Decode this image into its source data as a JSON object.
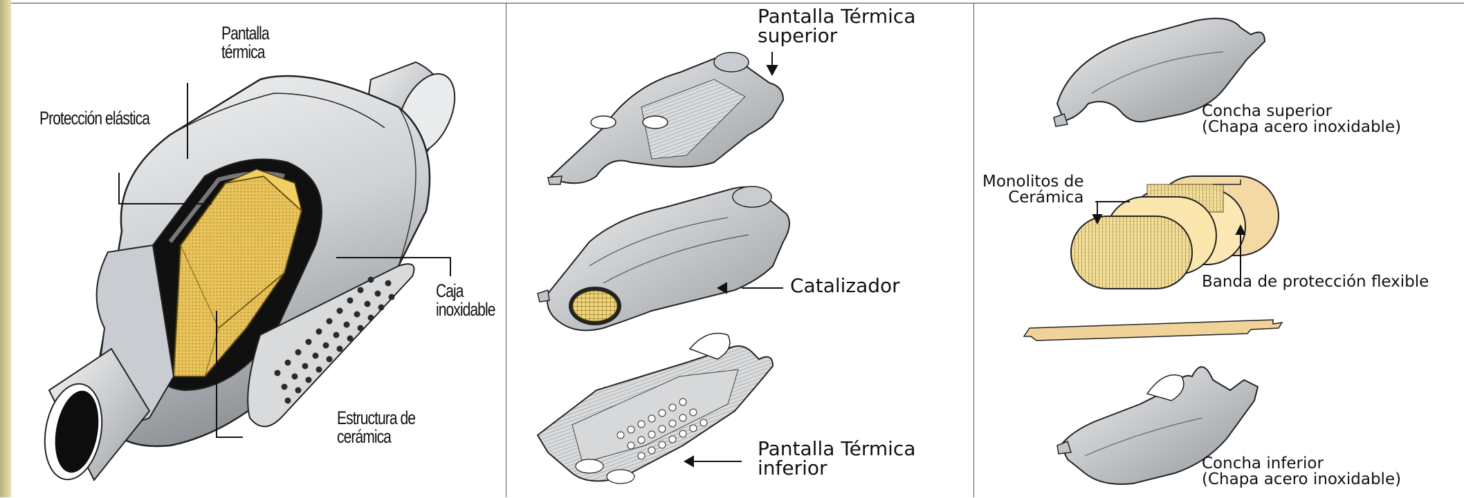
{
  "panel_left": {
    "labels": {
      "heat_shield": "Pantalla\ntérmica",
      "elastic_protection": "Protección elástica",
      "stainless_case": "Caja\ninoxidable",
      "ceramic_structure": "Estructura de\ncerámica"
    }
  },
  "panel_middle": {
    "labels": {
      "upper_heat_shield": "Pantalla Térmica\nsuperior",
      "catalyst": "Catalizador",
      "lower_heat_shield": "Pantalla Térmica\ninferior"
    }
  },
  "panel_right": {
    "labels": {
      "upper_shell": "Concha superior\n(Chapa acero inoxidable)",
      "ceramic_monoliths": "Monolitos de\nCerámica",
      "flexible_band": "Banda de protección flexible",
      "lower_shell": "Concha inferior\n(Chapa acero inoxidable)"
    }
  },
  "colors": {
    "metal_light": "#e4e6e8",
    "metal_mid": "#b3b6b9",
    "metal_dark": "#7d8084",
    "ceramic": "#e7c35a",
    "ceramic_light": "#f5dc8c",
    "band": "#f1d39a",
    "outline": "#222222"
  }
}
